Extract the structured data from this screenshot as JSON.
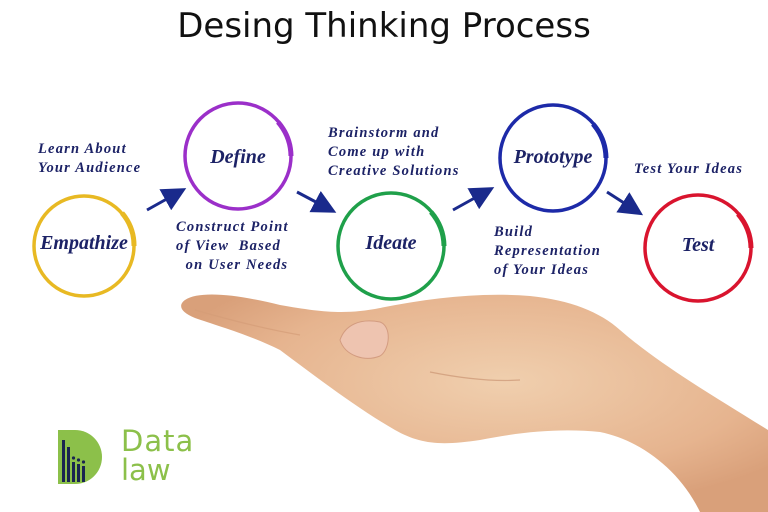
{
  "title": "Desing Thinking Process",
  "stages": [
    {
      "label": "Empathize",
      "color": "#e8b923",
      "description": "Learn About\nYour Audience"
    },
    {
      "label": "Define",
      "color": "#9b2fc9",
      "description": "Construct Point\nof View  Based\n  on User Needs"
    },
    {
      "label": "Ideate",
      "color": "#1fa04a",
      "description": "Brainstorm and\nCome up with\nCreative Solutions"
    },
    {
      "label": "Prototype",
      "color": "#1d2aa8",
      "description": "Build\nRepresentation\nof Your Ideas"
    },
    {
      "label": "Test",
      "color": "#d9142e",
      "description": "Test Your Ideas"
    }
  ],
  "arrow_color": "#1a2a8c",
  "logo": {
    "line1": "Data",
    "line2": "law",
    "color": "#8cc04a",
    "bars_color": "#1a2550"
  }
}
